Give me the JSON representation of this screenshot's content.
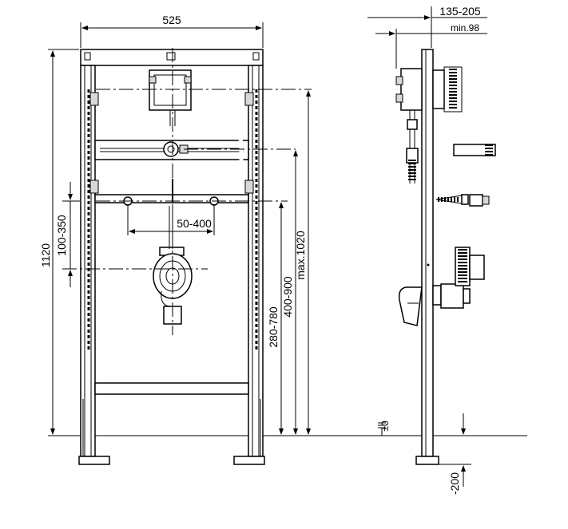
{
  "dimensions": {
    "width_total": "525",
    "height_total": "1120",
    "bracket_range": "100-350",
    "spacing": "50-400",
    "outlet_height": "280-780",
    "inlet_height": "400-900",
    "max_height": "max.1020",
    "depth_range": "135-205",
    "depth_min": "min.98",
    "floor_level": "±0",
    "foot_depth": "-200"
  },
  "colors": {
    "line": "#000000",
    "background": "#ffffff"
  }
}
